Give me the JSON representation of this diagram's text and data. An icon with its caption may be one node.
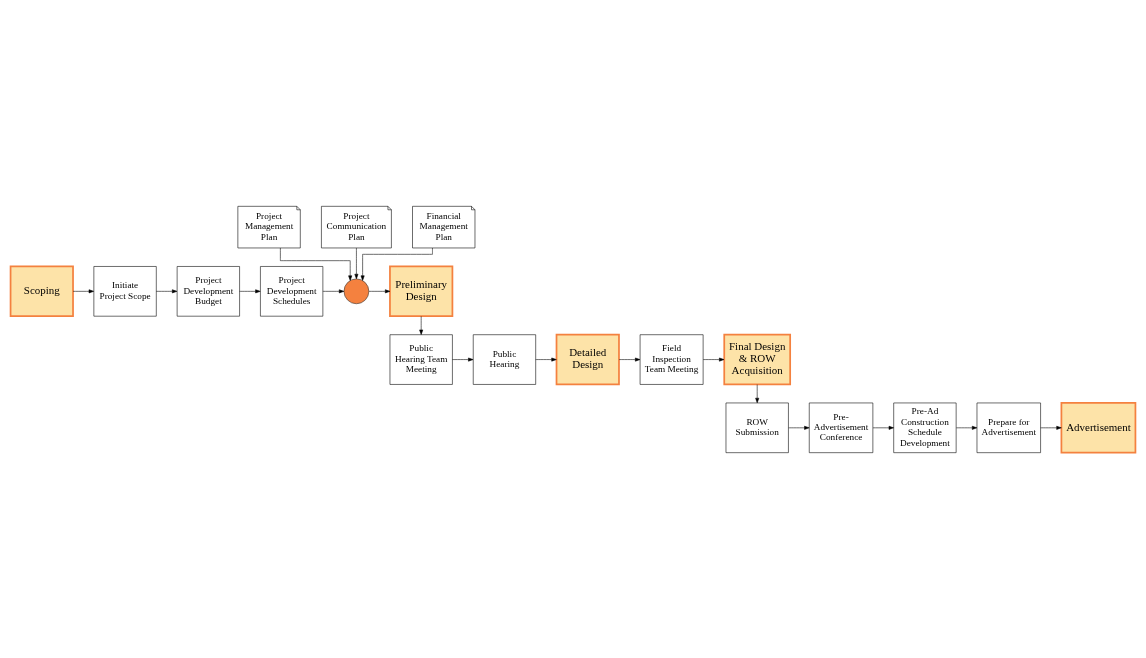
{
  "diagram": {
    "nodes": [
      {
        "text": [
          "Project Management Plan"
        ]
      },
      {
        "text": [
          "Project Communication Plan"
        ]
      },
      {
        "text": [
          "Financial Management Plan"
        ]
      },
      {
        "text": [
          "Scoping"
        ]
      },
      {
        "text": [
          "Initiate Project Scope"
        ]
      },
      {
        "text": [
          "Project Development Budget"
        ]
      },
      {
        "text": [
          "Project Development Schedules"
        ]
      },
      {
        "text": [],
        "shape": "circle"
      },
      {
        "text": [
          "Preliminary Design"
        ]
      },
      {
        "text": [
          "Public Hearing Team Meeting"
        ]
      },
      {
        "text": [
          "Public Hearing"
        ]
      },
      {
        "text": [
          "Detailed Design"
        ]
      },
      {
        "text": [
          "Field Inspection Team Meeting"
        ]
      },
      {
        "text": [
          "Final Design & ROW Acquisition"
        ]
      },
      {
        "text": [
          "ROW Submission"
        ]
      },
      {
        "text": [
          "Pre-Advertisement Conference"
        ]
      },
      {
        "text": [
          "Pre-Ad Construction Schedule Development"
        ]
      },
      {
        "text": [
          "Prepare for Advertisement"
        ]
      },
      {
        "text": [
          "Advertisement"
        ]
      }
    ],
    "edges": [
      {
        "from": 0,
        "to": 7,
        "arrow": "to"
      },
      {
        "from": 1,
        "to": 7,
        "arrow": "to"
      },
      {
        "from": 2,
        "to": 7,
        "arrow": "to"
      },
      {
        "from": 3,
        "to": 4,
        "arrow": "to"
      },
      {
        "from": 4,
        "to": 5,
        "arrow": "to"
      },
      {
        "from": 5,
        "to": 6,
        "arrow": "to"
      },
      {
        "from": 6,
        "to": 7,
        "arrow": "to"
      },
      {
        "from": 7,
        "to": 8,
        "arrow": "to"
      },
      {
        "from": 8,
        "to": 9,
        "arrow": "to"
      },
      {
        "from": 9,
        "to": 10,
        "arrow": "to"
      },
      {
        "from": 10,
        "to": 11,
        "arrow": "to"
      },
      {
        "from": 11,
        "to": 12,
        "arrow": "to"
      },
      {
        "from": 12,
        "to": 13,
        "arrow": "to"
      },
      {
        "from": 13,
        "to": 14,
        "arrow": "to"
      },
      {
        "from": 14,
        "to": 15,
        "arrow": "to"
      },
      {
        "from": 15,
        "to": 16,
        "arrow": "to"
      },
      {
        "from": 16,
        "to": 17,
        "arrow": "to"
      },
      {
        "from": 17,
        "to": 18,
        "arrow": "to"
      }
    ]
  }
}
